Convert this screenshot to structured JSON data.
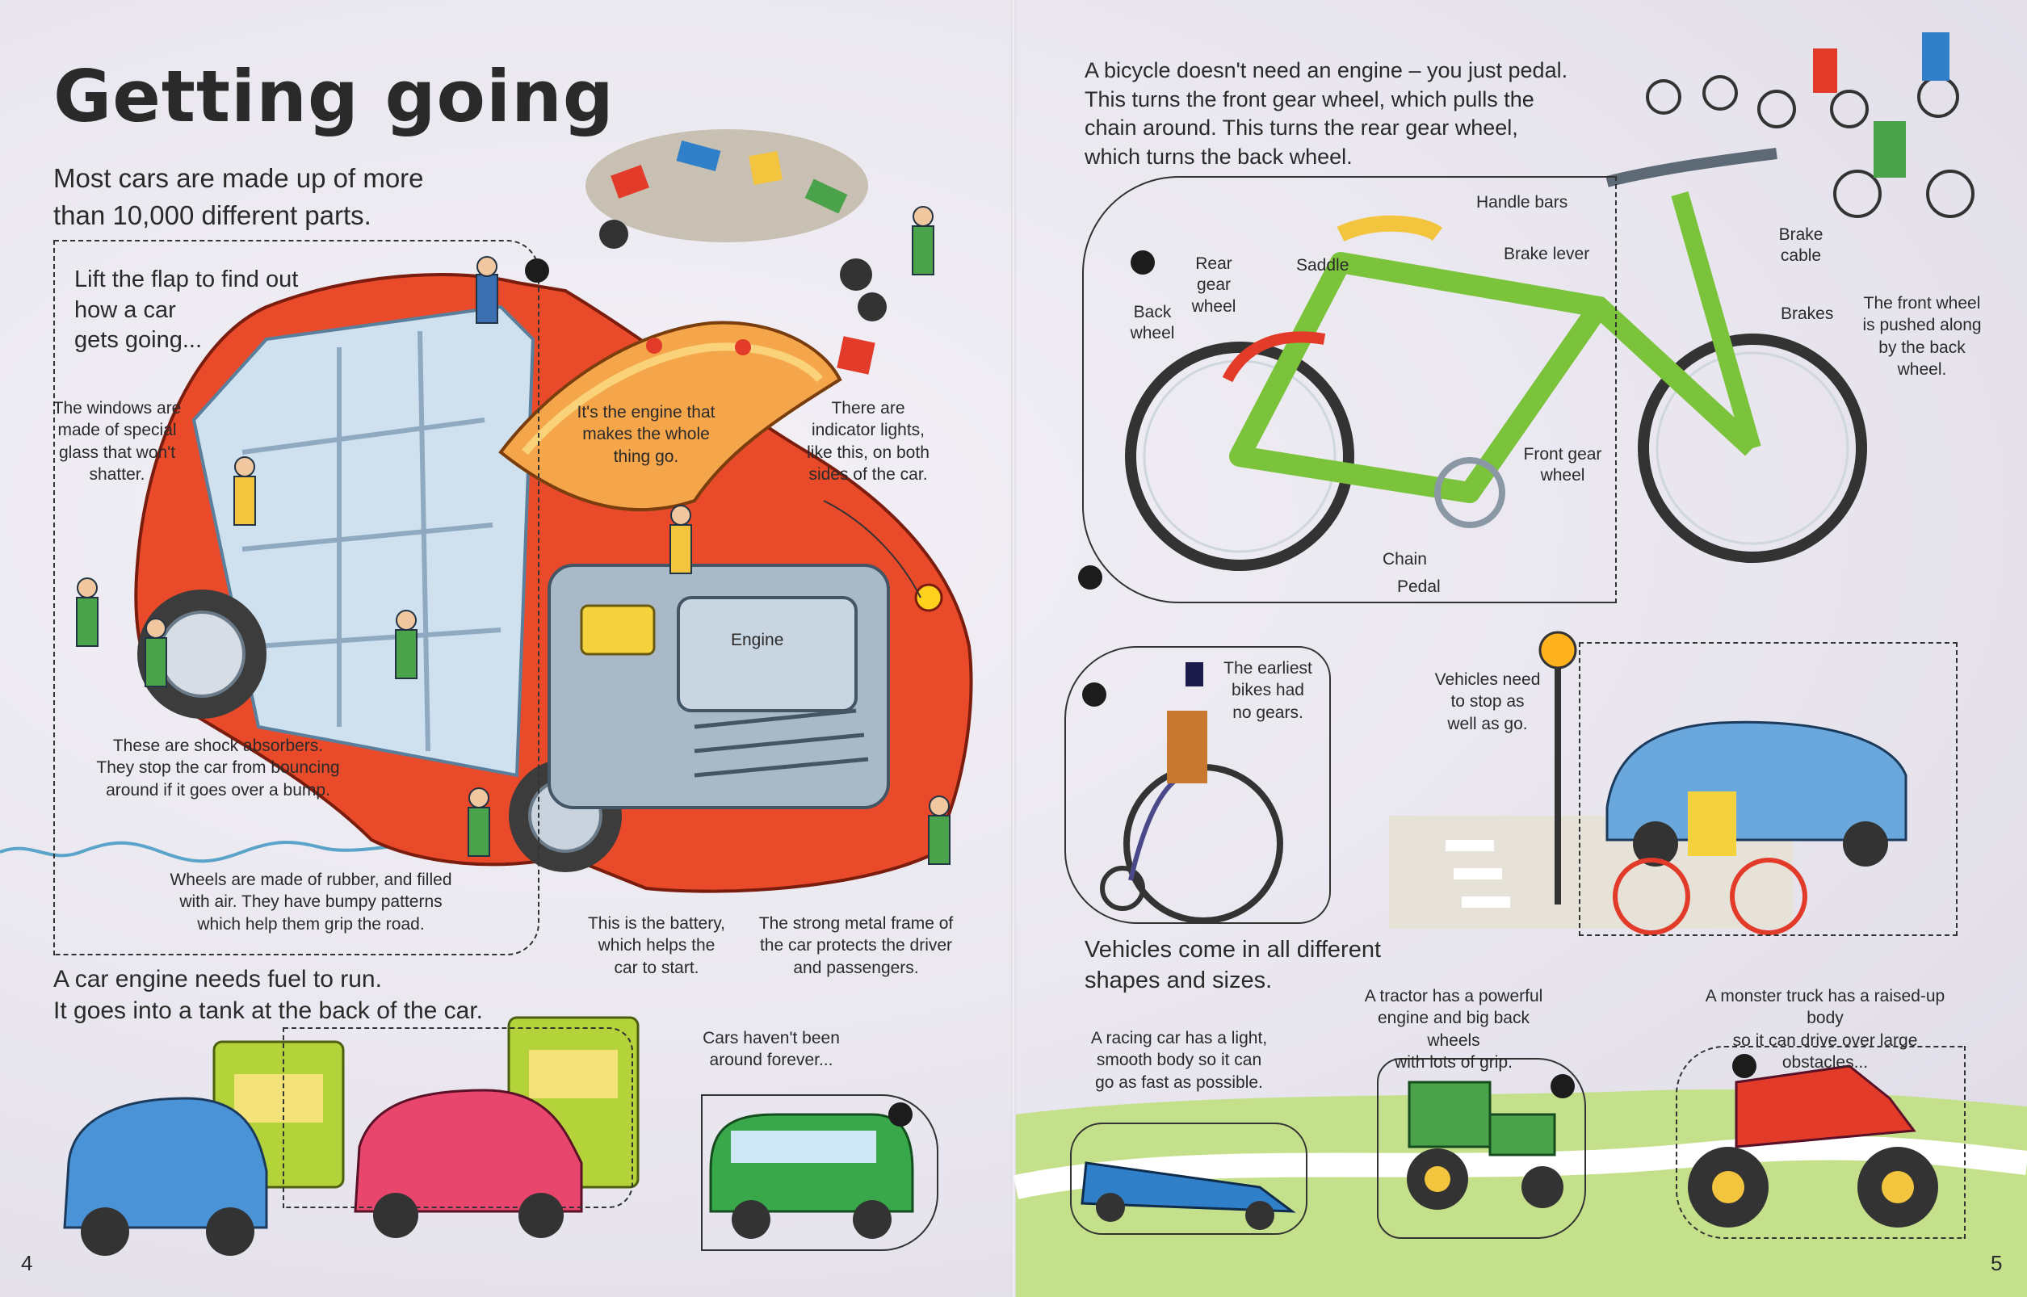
{
  "left": {
    "title": "Getting going",
    "intro_line1": "Most cars are made up of more",
    "intro_line2": "than 10,000 different parts.",
    "flap_line1": "Lift the flap to find out",
    "flap_line2": "how a car",
    "flap_line3": "gets going...",
    "windows": [
      "The windows are",
      "made of special",
      "glass that won't",
      "shatter."
    ],
    "engine_makes": [
      "It's the engine that",
      "makes the whole",
      "thing go."
    ],
    "indicator": [
      "There are",
      "indicator lights,",
      "like this, on both",
      "sides of the car."
    ],
    "engine_label": "Engine",
    "shock": [
      "These are shock absorbers.",
      "They stop the car from bouncing",
      "around if it goes over a bump."
    ],
    "wheels": [
      "Wheels are made of rubber, and filled",
      "with air. They have bumpy patterns",
      "which help them grip the road."
    ],
    "battery": [
      "This is the battery,",
      "which helps the",
      "car to start."
    ],
    "frame": [
      "The strong metal frame of",
      "the car protects the driver",
      "and passengers."
    ],
    "fuel_line1": "A car engine needs fuel to run.",
    "fuel_line2": "It goes into a tank at the back of the car.",
    "forever": [
      "Cars haven't been",
      "around forever..."
    ],
    "page_number": "4"
  },
  "right": {
    "bike_intro": [
      "A bicycle doesn't need an engine – you just pedal.",
      "This turns the front gear wheel, which pulls the",
      "chain around. This turns the rear gear wheel,",
      "which turns the back wheel."
    ],
    "labels": {
      "handle_bars": "Handle bars",
      "saddle": "Saddle",
      "rear_gear": [
        "Rear gear",
        "wheel"
      ],
      "brake_lever": "Brake lever",
      "brake_cable": [
        "Brake",
        "cable"
      ],
      "back_wheel": [
        "Back",
        "wheel"
      ],
      "brakes": "Brakes",
      "front_pushed": [
        "The front wheel",
        "is pushed along",
        "by the back",
        "wheel."
      ],
      "front_gear": [
        "Front gear",
        "wheel"
      ],
      "chain": "Chain",
      "pedal": "Pedal"
    },
    "earliest": [
      "The earliest",
      "bikes had",
      "no gears."
    ],
    "stop": [
      "Vehicles need",
      "to stop as",
      "well as go."
    ],
    "shapes_line1": "Vehicles come in all different",
    "shapes_line2": "shapes and sizes.",
    "racing": [
      "A racing car has a light,",
      "smooth body so it can",
      "go as fast as possible."
    ],
    "tractor": [
      "A tractor has a powerful",
      "engine and big back wheels",
      "with lots of grip."
    ],
    "monster": [
      "A monster truck has a raised-up body",
      "so it can drive over large obstacles..."
    ],
    "page_number": "5"
  }
}
